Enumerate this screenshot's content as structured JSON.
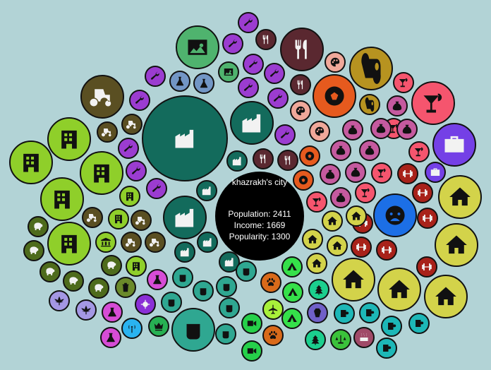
{
  "city": {
    "name": "khazrakh's city",
    "population_text": "Population: 2411",
    "income_text": "Income: 1669",
    "popularity_text": "Popularity: 1300"
  },
  "categories": [
    {
      "key": "industry",
      "name": "Industry",
      "color": "#136b5c",
      "icon": "factory-icon"
    },
    {
      "key": "food",
      "name": "Restaurants",
      "color": "#5a2830",
      "icon": "cutlery-icon"
    },
    {
      "key": "tools",
      "name": "Tools",
      "color": "#9b3cd0",
      "icon": "wrench-icon"
    },
    {
      "key": "art",
      "name": "Art",
      "color": "#4fb36e",
      "icon": "picture-icon"
    },
    {
      "key": "lab",
      "name": "Labs",
      "color": "#7296c5",
      "icon": "flask-icon"
    },
    {
      "key": "farm",
      "name": "Farms",
      "color": "#5a4f22",
      "icon": "tractor-icon"
    },
    {
      "key": "offices",
      "name": "Offices",
      "color": "#8fcf2a",
      "icon": "building-icon"
    },
    {
      "key": "sports",
      "name": "Sports",
      "color": "#e65a1e",
      "icon": "soccer-ball-icon"
    },
    {
      "key": "paper",
      "name": "Paper",
      "color": "#b79320",
      "icon": "toilet-paper-icon"
    },
    {
      "key": "palette",
      "name": "Painting",
      "color": "#f0a89a",
      "icon": "palette-icon"
    },
    {
      "key": "bars",
      "name": "Bars",
      "color": "#f5556e",
      "icon": "cocktail-icon"
    },
    {
      "key": "retail",
      "name": "Retail",
      "color": "#c55a9f",
      "icon": "money-bag-icon"
    },
    {
      "key": "business",
      "name": "Business",
      "color": "#7440e6",
      "icon": "briefcase-icon"
    },
    {
      "key": "gyms",
      "name": "Gyms",
      "color": "#a8221a",
      "icon": "dumbbell-icon"
    },
    {
      "key": "housing",
      "name": "Housing",
      "color": "#d3d34a",
      "icon": "house-icon"
    },
    {
      "key": "mood",
      "name": "Mood",
      "color": "#1c6fe6",
      "icon": "sad-face-icon"
    },
    {
      "key": "piggy",
      "name": "Savings",
      "color": "#4e6b1c",
      "icon": "piggy-bank-icon"
    },
    {
      "key": "civic",
      "name": "Civic",
      "color": "#8fcf2a",
      "icon": "bank-icon"
    },
    {
      "key": "parks",
      "name": "Parks",
      "color": "#1bcf8e",
      "icon": "tree-icon"
    },
    {
      "key": "camping",
      "name": "Camping",
      "color": "#35e04a",
      "icon": "tent-icon"
    },
    {
      "key": "pets",
      "name": "Pets",
      "color": "#d96a1a",
      "icon": "paw-icon"
    },
    {
      "key": "travel",
      "name": "Travel",
      "color": "#a8f03a",
      "icon": "airplane-icon"
    },
    {
      "key": "video",
      "name": "Video",
      "color": "#26d04a",
      "icon": "video-camera-icon"
    },
    {
      "key": "cafe",
      "name": "Cafes",
      "color": "#1db7b7",
      "icon": "mug-icon"
    },
    {
      "key": "law",
      "name": "Law",
      "color": "#3bc23b",
      "icon": "scales-icon"
    },
    {
      "key": "labor",
      "name": "Labor",
      "color": "#2fa791",
      "icon": "fist-icon"
    },
    {
      "key": "crown",
      "name": "Royalty",
      "color": "#27b053",
      "icon": "crown-icon"
    },
    {
      "key": "cannabis",
      "name": "Cannabis",
      "color": "#a497e4",
      "icon": "leaf-icon"
    },
    {
      "key": "chem",
      "name": "Chemistry",
      "color": "#d64cd6",
      "icon": "beaker-icon"
    },
    {
      "key": "radio",
      "name": "Radio",
      "color": "#2ab3f0",
      "icon": "antenna-icon"
    },
    {
      "key": "virus",
      "name": "Biotech",
      "color": "#8a2fd6",
      "icon": "virus-icon"
    },
    {
      "key": "waste",
      "name": "Waste",
      "color": "#6b8a2a",
      "icon": "trash-icon"
    },
    {
      "key": "sauna",
      "name": "Baths",
      "color": "#a04a68",
      "icon": "hot-tub-icon"
    },
    {
      "key": "wellness",
      "name": "Wellness",
      "color": "#7060c8",
      "icon": "coffin-icon"
    }
  ]
}
